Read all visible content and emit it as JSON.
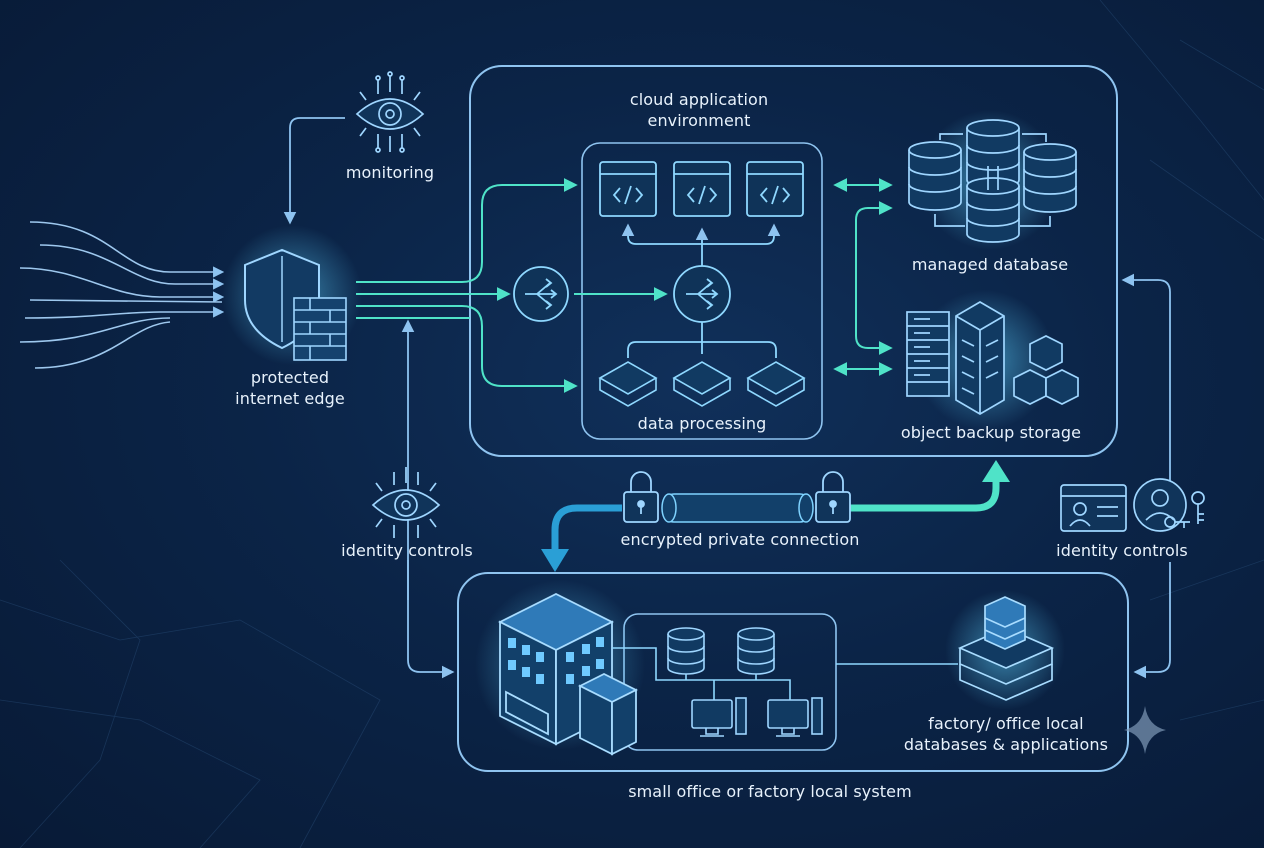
{
  "labels": {
    "monitoring": "monitoring",
    "edge_line1": "protected",
    "edge_line2": "internet edge",
    "cloud_line1": "cloud application",
    "cloud_line2": "environment",
    "managed_db": "managed database",
    "data_processing": "data processing",
    "object_backup": "object backup storage",
    "identity_left": "identity controls",
    "identity_right": "identity controls",
    "encrypted": "encrypted private connection",
    "local_line1": "factory/ office local",
    "local_line2": "databases & applications",
    "local_system": "small office or factory local system"
  },
  "colors": {
    "background": "#0b2447",
    "accent": "#4fe3c8",
    "line": "#7fb6e8",
    "panel_border": "#8fc4f0"
  }
}
